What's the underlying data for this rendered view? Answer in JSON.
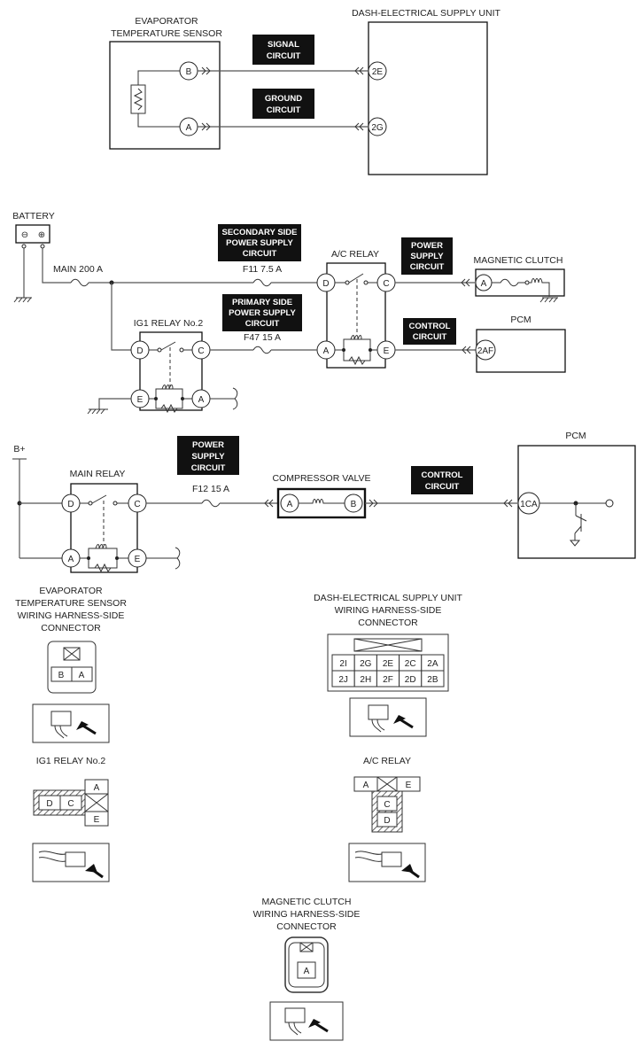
{
  "evap_section": {
    "sensor_title": [
      "EVAPORATOR",
      "TEMPERATURE SENSOR"
    ],
    "supply_unit_title": "DASH-ELECTRICAL SUPPLY UNIT",
    "pin_b": "B",
    "pin_a": "A",
    "pin_2e": "2E",
    "pin_2g": "2G",
    "signal_badge": [
      "SIGNAL",
      "CIRCUIT"
    ],
    "ground_badge": [
      "GROUND",
      "CIRCUIT"
    ]
  },
  "clutch_section": {
    "battery_label": "BATTERY",
    "battery_minus": "⊖",
    "battery_plus": "⊕",
    "main_fuse": "MAIN 200 A",
    "secondary_badge": [
      "SECONDARY SIDE",
      "POWER SUPPLY",
      "CIRCUIT"
    ],
    "f11_fuse": "F11 7.5 A",
    "ac_relay_title": "A/C RELAY",
    "power_badge": [
      "POWER",
      "SUPPLY",
      "CIRCUIT"
    ],
    "magnetic_clutch_title": "MAGNETIC CLUTCH",
    "primary_badge": [
      "PRIMARY SIDE",
      "POWER SUPPLY",
      "CIRCUIT"
    ],
    "ig1_relay_title": "IG1 RELAY No.2",
    "f47_fuse": "F47 15 A",
    "control_badge": [
      "CONTROL",
      "CIRCUIT"
    ],
    "pcm_title": "PCM",
    "pins": {
      "ig1_d": "D",
      "ig1_c": "C",
      "ig1_e": "E",
      "ig1_a": "A",
      "ac_d": "D",
      "ac_c": "C",
      "ac_a": "A",
      "ac_e": "E",
      "clutch_a": "A",
      "pcm_2af": "2AF"
    }
  },
  "compressor_section": {
    "bplus_label": "B+",
    "main_relay_title": "MAIN RELAY",
    "power_badge": [
      "POWER",
      "SUPPLY",
      "CIRCUIT"
    ],
    "f12_fuse": "F12 15 A",
    "compressor_title": "COMPRESSOR VALVE",
    "control_badge": [
      "CONTROL",
      "CIRCUIT"
    ],
    "pcm_title": "PCM",
    "pins": {
      "mr_d": "D",
      "mr_c": "C",
      "mr_a": "A",
      "mr_e": "E",
      "cv_a": "A",
      "cv_b": "B",
      "pcm_1ca": "1CA"
    }
  },
  "connectors": {
    "evap_title": [
      "EVAPORATOR",
      "TEMPERATURE SENSOR",
      "WIRING HARNESS-SIDE",
      "CONNECTOR"
    ],
    "evap_cells": [
      "B",
      "A"
    ],
    "dash_title": [
      "DASH-ELECTRICAL SUPPLY UNIT",
      "WIRING HARNESS-SIDE",
      "CONNECTOR"
    ],
    "dash_row1": [
      "2I",
      "2G",
      "2E",
      "2C",
      "2A"
    ],
    "dash_row2": [
      "2J",
      "2H",
      "2F",
      "2D",
      "2B"
    ],
    "ig1_title": "IG1 RELAY No.2",
    "ig1_cells": [
      "D",
      "C",
      "A",
      "E"
    ],
    "ac_title": "A/C RELAY",
    "ac_cells": [
      "A",
      "E",
      "C",
      "D"
    ],
    "clutch_title": [
      "MAGNETIC CLUTCH",
      "WIRING HARNESS-SIDE",
      "CONNECTOR"
    ],
    "clutch_cell": "A"
  }
}
